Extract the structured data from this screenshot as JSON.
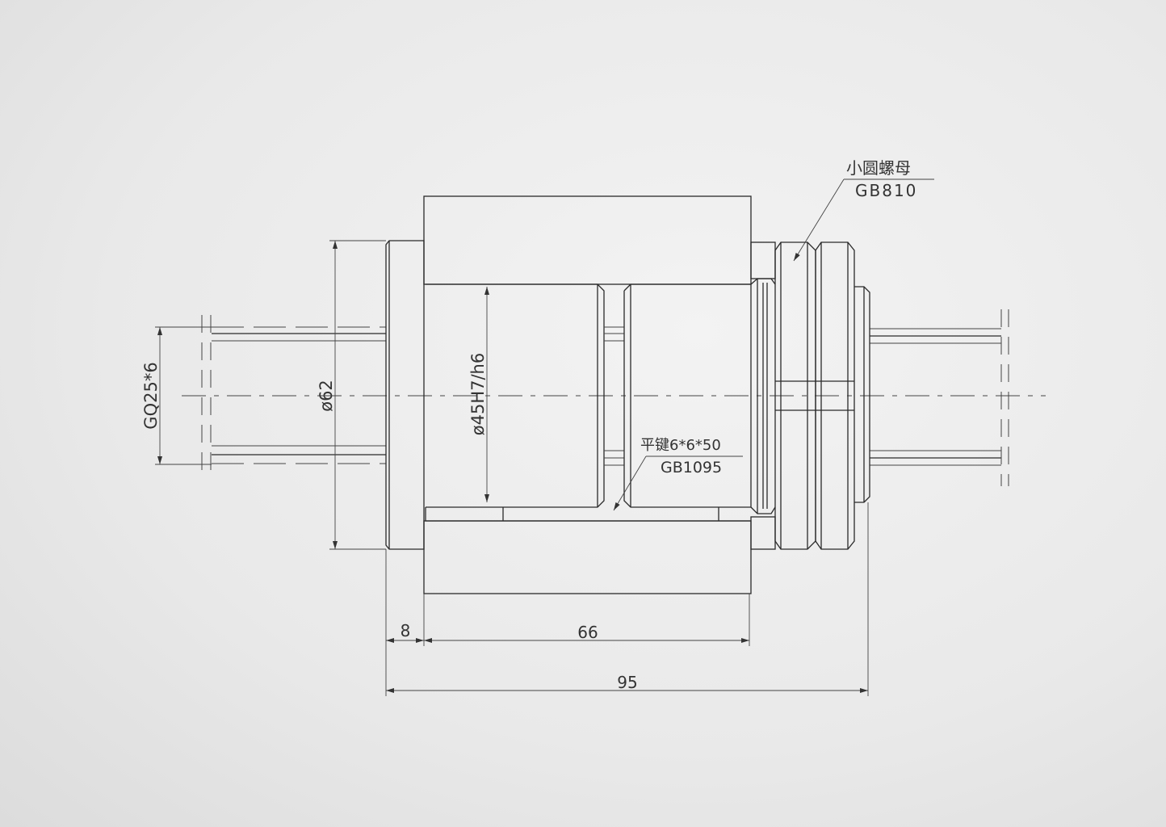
{
  "drawing": {
    "labels": {
      "thread": "GQ25*6",
      "flange_dia": "ø62",
      "bore_fit": "ø45H7/h6",
      "key_name": "平键6*6*50",
      "key_std": "GB1095",
      "nut_name": "小圆螺母",
      "nut_std": "GB810"
    },
    "dimensions": {
      "flange_width": "8",
      "housing_length": "66",
      "total_length": "95"
    },
    "colors": {
      "line": "#2a2a2a",
      "paper": "#ececec"
    }
  }
}
